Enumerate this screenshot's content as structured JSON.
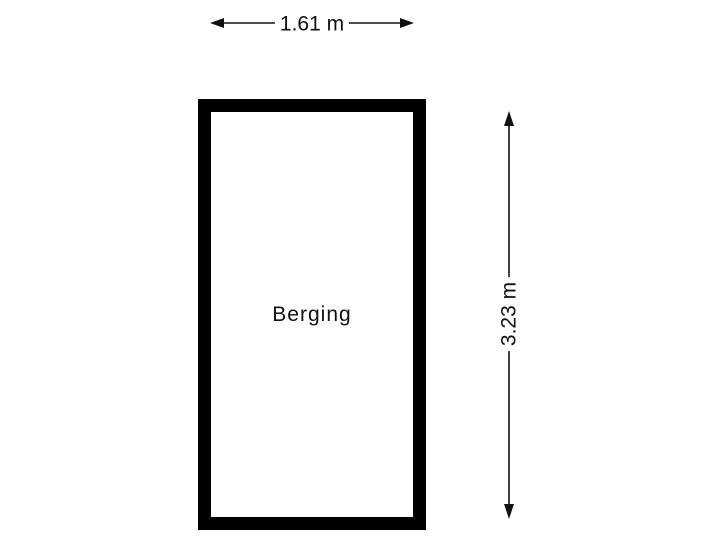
{
  "floorplan": {
    "rooms": [
      {
        "name": "Berging",
        "width_m": 1.61,
        "length_m": 3.23
      }
    ],
    "dimensions": {
      "width_label": "1.61 m",
      "height_label": "3.23 m"
    },
    "colors": {
      "wall": "#000000",
      "background": "#ffffff",
      "text": "#111111",
      "dimension_line": "#111111"
    }
  }
}
